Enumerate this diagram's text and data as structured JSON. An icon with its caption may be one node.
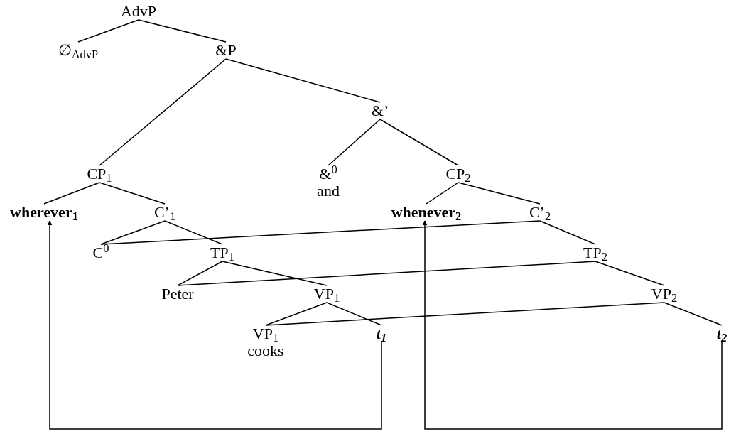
{
  "diagram": {
    "nodes": [
      {
        "text": [
          "AdvP"
        ]
      },
      {
        "text": [
          "∅$_{AdvP}$"
        ]
      },
      {
        "text": [
          "&P"
        ]
      },
      {
        "text": [
          "&’"
        ]
      },
      {
        "text": [
          "CP$_{1}$"
        ]
      },
      {
        "text": [
          "&$^{0}$",
          "and"
        ]
      },
      {
        "text": [
          "CP$_{2}$"
        ]
      },
      {
        "text": [
          "wherever$_{1}$"
        ]
      },
      {
        "text": [
          "C’$_{1}$"
        ]
      },
      {
        "text": [
          "whenever$_{2}$"
        ]
      },
      {
        "text": [
          "C’$_{2}$"
        ]
      },
      {
        "text": [
          "C$^{0}$"
        ]
      },
      {
        "text": [
          "TP$_{1}$"
        ]
      },
      {
        "text": [
          "TP$_{2}$"
        ]
      },
      {
        "text": [
          "Peter"
        ]
      },
      {
        "text": [
          "VP$_{1}$"
        ]
      },
      {
        "text": [
          "VP$_{2}$"
        ]
      },
      {
        "text": [
          "VP$_{1}$",
          "cooks"
        ]
      },
      {
        "text": [
          "t$_{1}$"
        ]
      },
      {
        "text": [
          "t$_{2}$"
        ]
      }
    ],
    "edges": [
      {
        "from": 0,
        "to": 1,
        "arrow": "none"
      },
      {
        "from": 0,
        "to": 2,
        "arrow": "none"
      },
      {
        "from": 2,
        "to": 4,
        "arrow": "none"
      },
      {
        "from": 2,
        "to": 3,
        "arrow": "none"
      },
      {
        "from": 3,
        "to": 5,
        "arrow": "none"
      },
      {
        "from": 3,
        "to": 6,
        "arrow": "none"
      },
      {
        "from": 4,
        "to": 7,
        "arrow": "none"
      },
      {
        "from": 4,
        "to": 8,
        "arrow": "none"
      },
      {
        "from": 6,
        "to": 9,
        "arrow": "none"
      },
      {
        "from": 6,
        "to": 10,
        "arrow": "none"
      },
      {
        "from": 8,
        "to": 11,
        "arrow": "none"
      },
      {
        "from": 8,
        "to": 12,
        "arrow": "none"
      },
      {
        "from": 10,
        "to": 11,
        "arrow": "none"
      },
      {
        "from": 10,
        "to": 13,
        "arrow": "none"
      },
      {
        "from": 12,
        "to": 14,
        "arrow": "none"
      },
      {
        "from": 12,
        "to": 15,
        "arrow": "none"
      },
      {
        "from": 13,
        "to": 14,
        "arrow": "none"
      },
      {
        "from": 13,
        "to": 16,
        "arrow": "none"
      },
      {
        "from": 15,
        "to": 17,
        "arrow": "none"
      },
      {
        "from": 15,
        "to": 18,
        "arrow": "none"
      },
      {
        "from": 16,
        "to": 17,
        "arrow": "none"
      },
      {
        "from": 16,
        "to": 19,
        "arrow": "none"
      },
      {
        "from": 18,
        "to": 7,
        "arrow": "to"
      },
      {
        "from": 19,
        "to": 9,
        "arrow": "to"
      }
    ]
  }
}
